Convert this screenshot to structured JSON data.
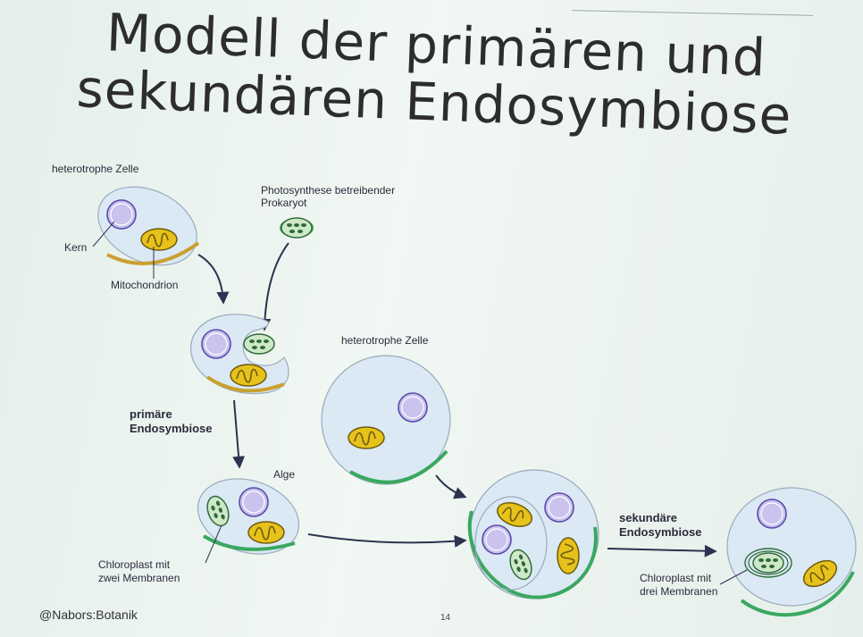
{
  "title": {
    "line1": "Modell der primären und",
    "line2": "sekundären Endosymbiose"
  },
  "labels": {
    "heterotrophe_zelle_1": "heterotrophe Zelle",
    "kern": "Kern",
    "mitochondrion": "Mitochondrion",
    "prokaryot_line1": "Photosynthese betreibender",
    "prokaryot_line2": "Prokaryot",
    "primaere_line1": "primäre",
    "primaere_line2": "Endosymbiose",
    "alge": "Alge",
    "chloroplast2_line1": "Chloroplast mit",
    "chloroplast2_line2": "zwei Membranen",
    "heterotrophe_zelle_2": "heterotrophe Zelle",
    "sekundaere_line1": "sekundäre",
    "sekundaere_line2": "Endosymbiose",
    "chloroplast3_line1": "Chloroplast mit",
    "chloroplast3_line2": "drei Membranen"
  },
  "footer": {
    "credit": "@Nabors:Botanik",
    "page_number": "14"
  },
  "colors": {
    "nucleus_fill": "#c9c3ee",
    "nucleus_stroke": "#5a4aa8",
    "mito_fill": "#e6c21a",
    "mito_stroke": "#6e5a10",
    "chloro_fill": "#cfe8c8",
    "chloro_stroke": "#2f6a3a",
    "heterotroph_membrane": "#c9a030",
    "algal_membrane": "#3aa860",
    "arrow": "#2b3350"
  }
}
